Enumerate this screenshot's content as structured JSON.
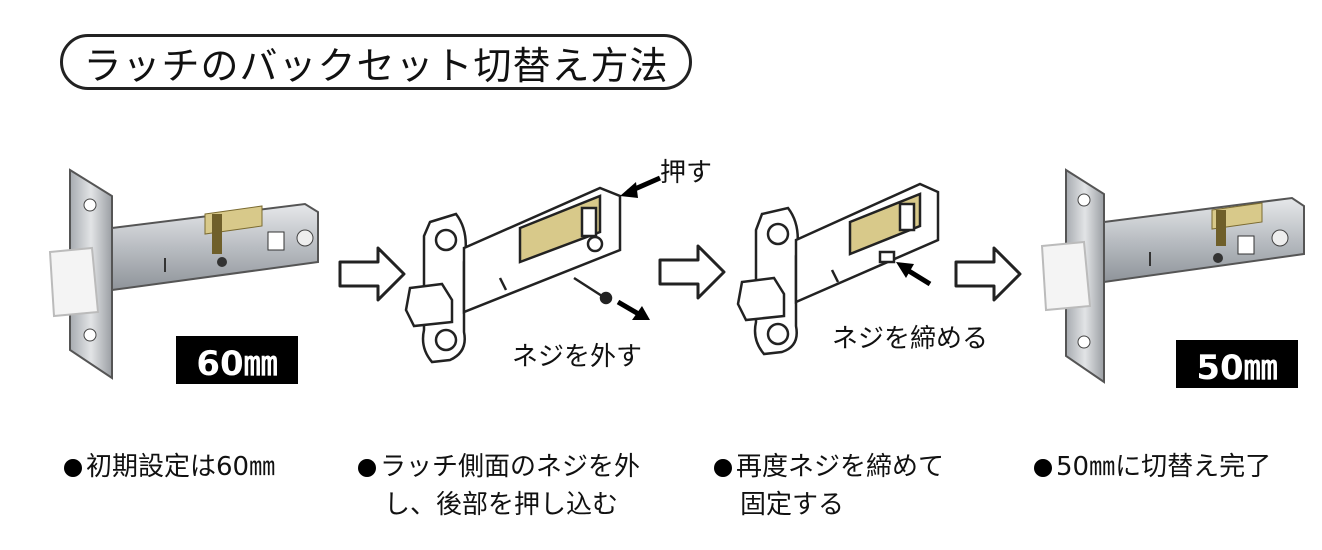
{
  "title": "ラッチのバックセット切替え方法",
  "steps": [
    {
      "badge": "60㎜",
      "caption_lines": [
        "初期設定は60㎜"
      ]
    },
    {
      "label_push": "押す",
      "label_screw": "ネジを外す",
      "caption_lines": [
        "ラッチ側面のネジを外",
        "し、後部を押し込む"
      ]
    },
    {
      "label_screw": "ネジを締める",
      "caption_lines": [
        "再度ネジを締めて",
        "固定する"
      ]
    },
    {
      "badge": "50㎜",
      "caption_lines": [
        "50㎜に切替え完了"
      ]
    }
  ],
  "icons": [
    "right-arrow-icon",
    "push-arrow-icon",
    "screw-icon"
  ],
  "colors": {
    "brass": "#d8c98a",
    "steel": "#c9ccd0",
    "latch_white": "#f4f4f4"
  }
}
